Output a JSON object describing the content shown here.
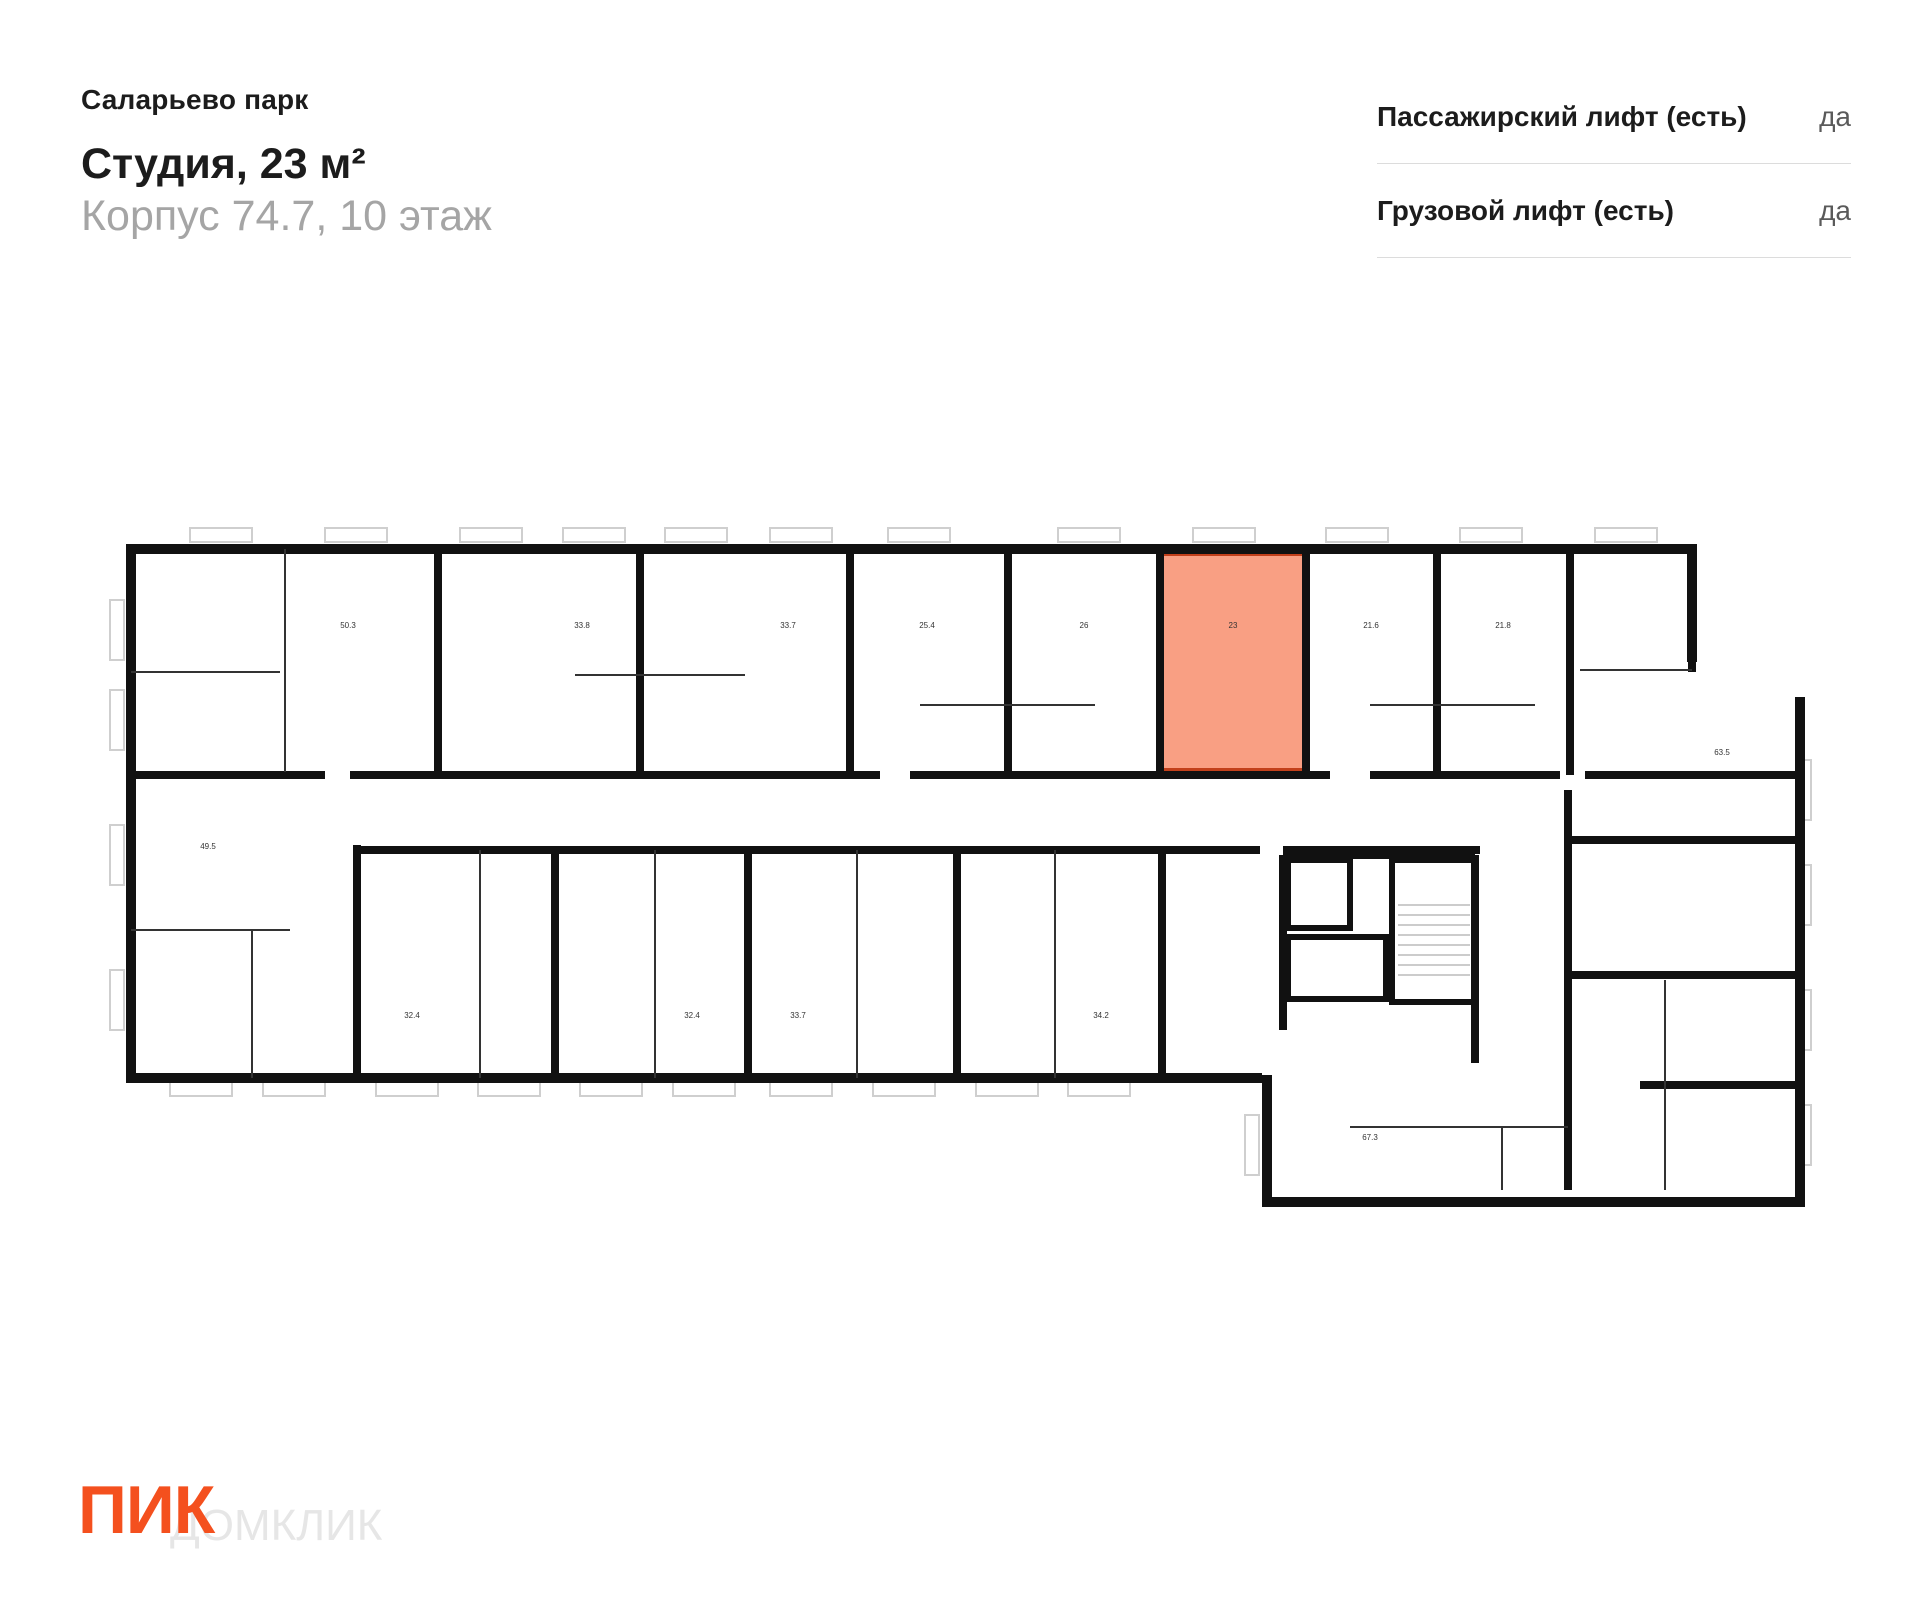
{
  "header": {
    "project": "Саларьево парк",
    "title": "Студия, 23 м²",
    "subtitle": "Корпус 74.7, 10 этаж"
  },
  "features": [
    {
      "label": "Пассажирский лифт (есть)",
      "value": "да"
    },
    {
      "label": "Грузовой лифт (есть)",
      "value": "да"
    }
  ],
  "plan": {
    "highlight_color": "#f4501e",
    "unit_areas": [
      "50.3",
      "33.8",
      "33.7",
      "25.4",
      "26",
      "23",
      "21.6",
      "21.8",
      "49.5",
      "63.5",
      "32.4",
      "32.4",
      "33.7",
      "34.2",
      "67.3"
    ]
  },
  "logo": {
    "brand": "ПИК",
    "watermark": "ДОМКЛИК",
    "color": "#f4501e"
  }
}
